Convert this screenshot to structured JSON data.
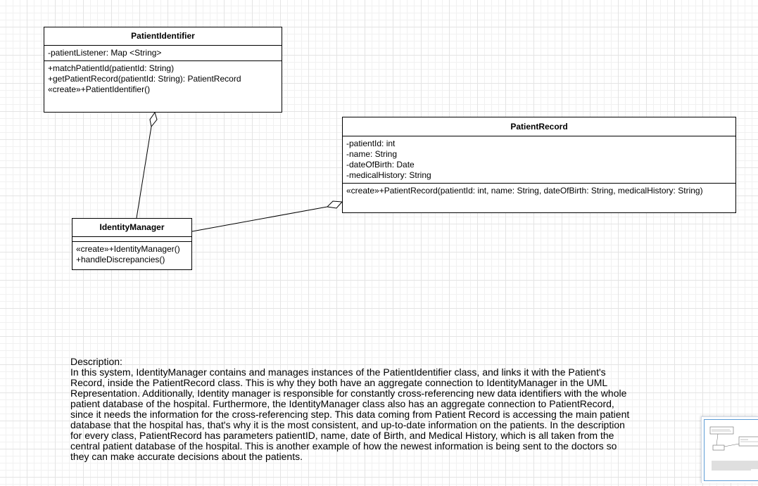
{
  "classes": {
    "patient_identifier": {
      "name": "PatientIdentifier",
      "attributes": [
        "-patientListener: Map <String>"
      ],
      "methods": [
        "+matchPatientId(patientId: String)",
        "+getPatientRecord(patientId: String): PatientRecord",
        "«create»+PatientIdentifier()"
      ]
    },
    "patient_record": {
      "name": "PatientRecord",
      "attributes": [
        "-patientId: int",
        "-name: String",
        "-dateOfBirth: Date",
        "-medicalHistory: String"
      ],
      "methods": [
        "«create»+PatientRecord(patientId: int, name: String, dateOfBirth: String, medicalHistory: String)"
      ]
    },
    "identity_manager": {
      "name": "IdentityManager",
      "attributes": [],
      "methods": [
        "«create»+IdentityManager()",
        "+handleDiscrepancies()"
      ]
    }
  },
  "relationships": [
    {
      "type": "aggregation",
      "whole": "PatientIdentifier",
      "part": "IdentityManager"
    },
    {
      "type": "aggregation",
      "whole": "PatientRecord",
      "part": "IdentityManager"
    }
  ],
  "description": {
    "heading": "Description:",
    "body": "In this system, IdentityManager contains and manages instances of the PatientIdentifier class, and links it with the Patient's Record, inside the PatientRecord class. This is why they both have an aggregate connection to IdentityManager in the UML Representation. Additionally, Identity manager is responsible for constantly cross-referencing new data identifiers with the whole patient database of the hospital. Furthermore, the IdentityManager class also has an aggregate connection to PatientRecord, since it needs the information for the cross-referencing step. This data coming from Patient Record is accessing the main patient database that the hospital has, that's why it is the most consistent, and up-to-date information on the patients. In the description for every class, PatientRecord has parameters patientID, name, date of Birth, and Medical History, which is all taken from the central patient database of the hospital. This is another example of how the newest information is being sent to the doctors so they can make accurate decisions about the patients."
  }
}
